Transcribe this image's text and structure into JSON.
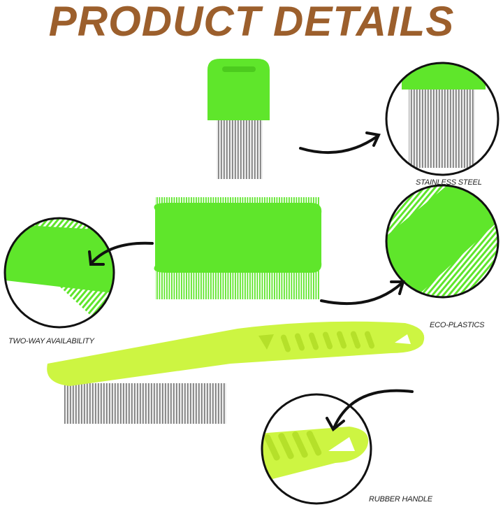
{
  "title": "PRODUCT DETAILS",
  "labels": {
    "stainless": "STAINLESS STEEL",
    "two_way": "TWO-WAY AVAILABILITY",
    "eco": "ECO-PLASTICS",
    "rubber": "RUBBER HANDLE"
  },
  "colors": {
    "title": "#9c5f2c",
    "comb_green": "#5fe62b",
    "handle_green": "#cdf542",
    "steel": "#8a8a8a"
  }
}
